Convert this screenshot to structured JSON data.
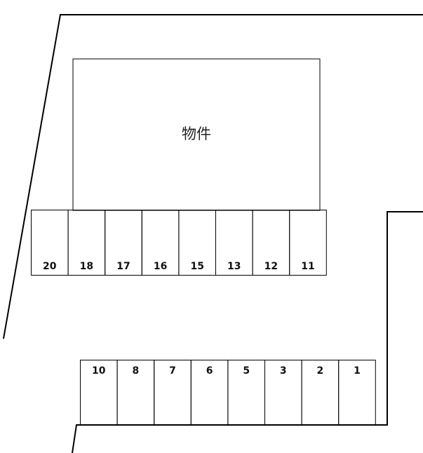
{
  "building": {
    "label": "物件"
  },
  "parking": {
    "top_row": [
      "20",
      "18",
      "17",
      "16",
      "15",
      "13",
      "12",
      "11"
    ],
    "bottom_row": [
      "10",
      "8",
      "7",
      "6",
      "5",
      "3",
      "2",
      "1"
    ]
  }
}
